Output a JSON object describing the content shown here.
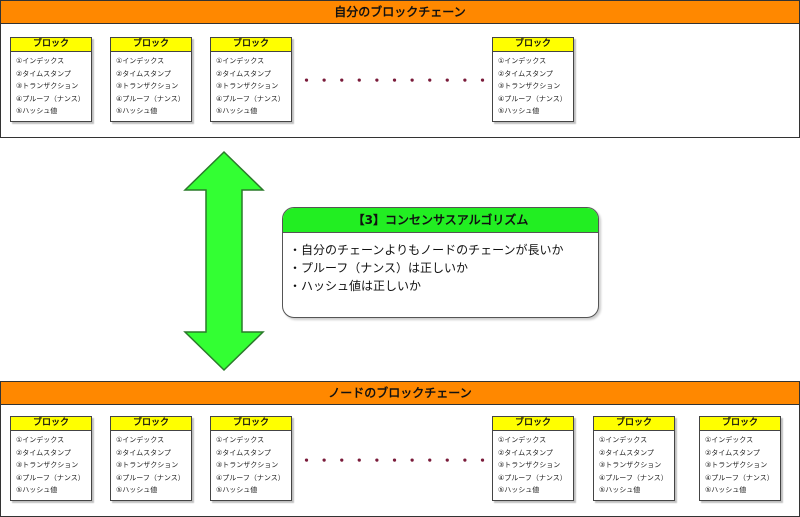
{
  "own_chain": {
    "title": "自分のブロックチェーン",
    "blocks": [
      {
        "title": "ブロック",
        "fields": [
          "①インデックス",
          "②タイムスタンプ",
          "③トランザクション",
          "④プルーフ（ナンス）",
          "⑤ハッシュ値"
        ]
      },
      {
        "title": "ブロック",
        "fields": [
          "①インデックス",
          "②タイムスタンプ",
          "③トランザクション",
          "④プルーフ（ナンス）",
          "⑤ハッシュ値"
        ]
      },
      {
        "title": "ブロック",
        "fields": [
          "①インデックス",
          "②タイムスタンプ",
          "③トランザクション",
          "④プルーフ（ナンス）",
          "⑤ハッシュ値"
        ]
      },
      {
        "title": "ブロック",
        "fields": [
          "①インデックス",
          "②タイムスタンプ",
          "③トランザクション",
          "④プルーフ（ナンス）",
          "⑤ハッシュ値"
        ]
      }
    ],
    "ellipsis": "・・・・・・・・・・・・・・・・"
  },
  "node_chain": {
    "title": "ノードのブロックチェーン",
    "blocks": [
      {
        "title": "ブロック",
        "fields": [
          "①インデックス",
          "②タイムスタンプ",
          "③トランザクション",
          "④プルーフ（ナンス）",
          "⑤ハッシュ値"
        ]
      },
      {
        "title": "ブロック",
        "fields": [
          "①インデックス",
          "②タイムスタンプ",
          "③トランザクション",
          "④プルーフ（ナンス）",
          "⑤ハッシュ値"
        ]
      },
      {
        "title": "ブロック",
        "fields": [
          "①インデックス",
          "②タイムスタンプ",
          "③トランザクション",
          "④プルーフ（ナンス）",
          "⑤ハッシュ値"
        ]
      },
      {
        "title": "ブロック",
        "fields": [
          "①インデックス",
          "②タイムスタンプ",
          "③トランザクション",
          "④プルーフ（ナンス）",
          "⑤ハッシュ値"
        ]
      },
      {
        "title": "ブロック",
        "fields": [
          "①インデックス",
          "②タイムスタンプ",
          "③トランザクション",
          "④プルーフ（ナンス）",
          "⑤ハッシュ値"
        ]
      },
      {
        "title": "ブロック",
        "fields": [
          "①インデックス",
          "②タイムスタンプ",
          "③トランザクション",
          "④プルーフ（ナンス）",
          "⑤ハッシュ値"
        ]
      }
    ],
    "ellipsis": "・・・・・・・・・・・・・・・・"
  },
  "consensus": {
    "title": "【3】コンセンサスアルゴリズム",
    "items": [
      "・自分のチェーンよりもノードのチェーンが長いか",
      "・プルーフ（ナンス）は正しいか",
      "・ハッシュ値は正しいか"
    ]
  },
  "colors": {
    "chain_header": "#ff8800",
    "block_header": "#ffff00",
    "arrow": "#33ff33",
    "consensus_header": "#22ee22"
  }
}
